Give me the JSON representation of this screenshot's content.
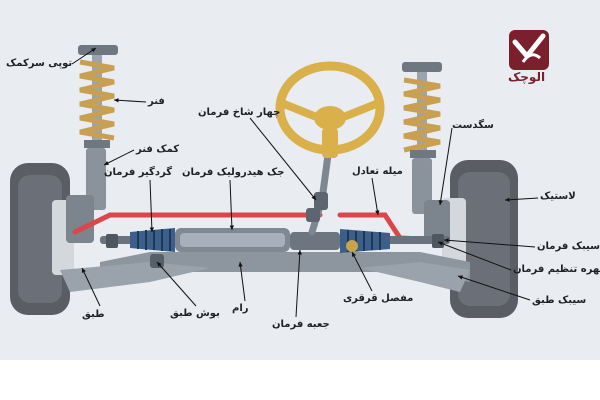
{
  "brand": {
    "name": "الوچک",
    "color": "#7a1f2b"
  },
  "colors": {
    "background": "#e9edf1",
    "tire": "#5a5e64",
    "rim": "#d4d8dc",
    "spring": "#c9a052",
    "damper": "#9ba3ad",
    "rack": "#7f8994",
    "boot": "#3c5f8a",
    "tie_rod": "#d9474b",
    "steering_wheel": "#d9b04a",
    "leader": "#111111"
  },
  "labels": {
    "strut_top": "توپی سرکمک",
    "spring": "فنر",
    "shock_absorber": "کمک فنر",
    "dust_boot": "گردگیر فرمان",
    "steering_wheel_column": "چهار شاخ فرمان",
    "hydraulic_rack": "جک هیدرولیک فرمان",
    "stabilizer_bar": "میله تعادل",
    "knuckle": "سگدست",
    "tire": "لاستیک",
    "tie_rod": "سیبک فرمان",
    "adjusting_nut": "مهره تنظیم فرمان",
    "control_arm_joint": "سیبک طبق",
    "control_arm": "طبق",
    "arm_bushing": "بوش طبق",
    "frame": "رام",
    "steering_box": "جعبه فرمان",
    "ball_joint": "مفصل قرقری"
  }
}
